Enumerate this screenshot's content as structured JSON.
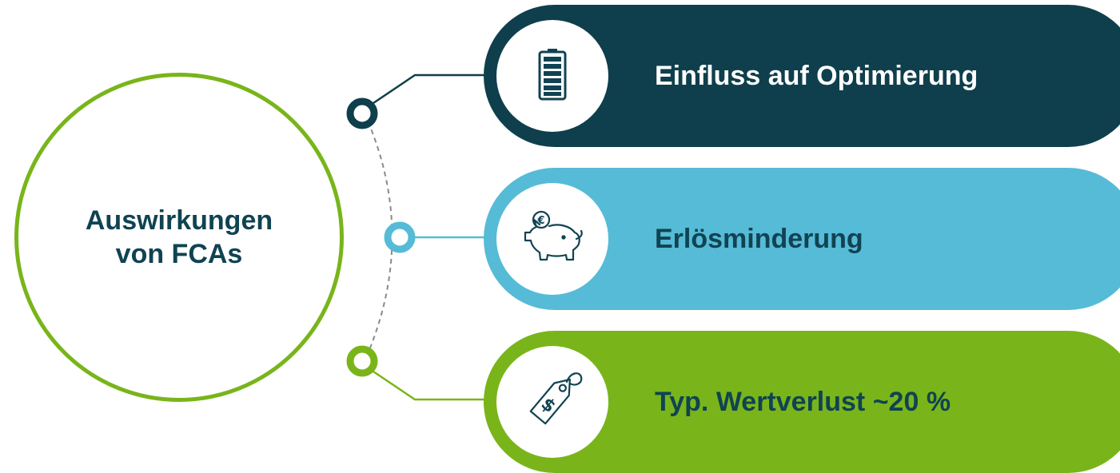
{
  "center": {
    "line1": "Auswirkungen",
    "line2": "von FCAs"
  },
  "items": [
    {
      "label": "Einfluss auf Optimierung",
      "icon": "battery-icon",
      "color": "#0f3f4c",
      "label_color": "#ffffff"
    },
    {
      "label": "Erlösminderung",
      "icon": "piggy-bank-icon",
      "color": "#56bbd6",
      "label_color": "#104352"
    },
    {
      "label": "Typ. Wertverlust ~20 %",
      "icon": "price-tag-icon",
      "color": "#79b51a",
      "label_color": "#104352"
    }
  ],
  "colors": {
    "ring": "#78b51a",
    "text_dark": "#104352"
  }
}
